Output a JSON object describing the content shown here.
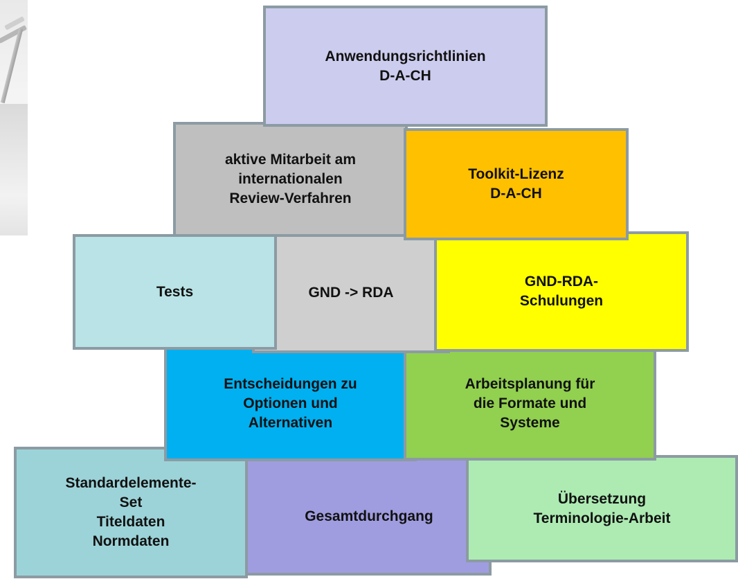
{
  "colors": {
    "border": "#8c9ba3",
    "lavender": "#ccccee",
    "gray": "#bfbfbf",
    "orange": "#ffc000",
    "light_teal": "#b9e3e6",
    "light_gray": "#cfcfcf",
    "yellow": "#ffff00",
    "blue": "#00b0f0",
    "green": "#92d050",
    "teal": "#9cd3d8",
    "purple": "#9f9ddf",
    "light_green": "#adebb3"
  },
  "boxes": {
    "anwendungsrichtlinien": "Anwendungsrichtlinien\nD-A-CH",
    "mitarbeit": "aktive Mitarbeit am\ninternationalen\nReview-Verfahren",
    "toolkit": "Toolkit-Lizenz\nD-A-CH",
    "tests": "Tests",
    "gnd_rda": "GND -> RDA",
    "schulungen": "GND-RDA-\nSchulungen",
    "entscheidungen": "Entscheidungen zu\nOptionen und\nAlternativen",
    "arbeitsplanung": "Arbeitsplanung für\ndie Formate und\nSysteme",
    "standardelemente": "Standardelemente-\nSet\nTiteldaten\nNormdaten",
    "gesamtdurchgang": "Gesamtdurchgang",
    "uebersetzung": "Übersetzung\nTerminologie-Arbeit"
  }
}
